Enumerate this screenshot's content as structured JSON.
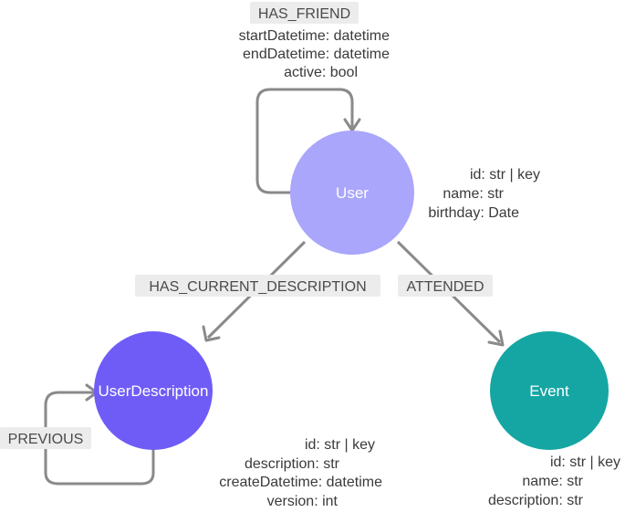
{
  "colors": {
    "user_node": "#aaa6fb",
    "userdescription_node": "#6f5cf6",
    "event_node": "#15a6a3",
    "edge": "#8a8a8a",
    "label_box": "#ececec"
  },
  "nodes": {
    "user": {
      "label": "User",
      "properties": [
        "id: str | key",
        "name: str",
        "birthday: Date"
      ]
    },
    "userdescription": {
      "label": "UserDescription",
      "properties": [
        "id: str | key",
        "description: str",
        "createDatetime: datetime",
        "version: int"
      ]
    },
    "event": {
      "label": "Event",
      "properties": [
        "id: str | key",
        "name: str",
        "description: str"
      ]
    }
  },
  "relationships": {
    "has_friend": {
      "label": "HAS_FRIEND",
      "properties": [
        "startDatetime: datetime",
        "endDatetime: datetime",
        "active: bool"
      ]
    },
    "has_current_description": {
      "label": "HAS_CURRENT_DESCRIPTION"
    },
    "attended": {
      "label": "ATTENDED"
    },
    "previous": {
      "label": "PREVIOUS"
    }
  }
}
